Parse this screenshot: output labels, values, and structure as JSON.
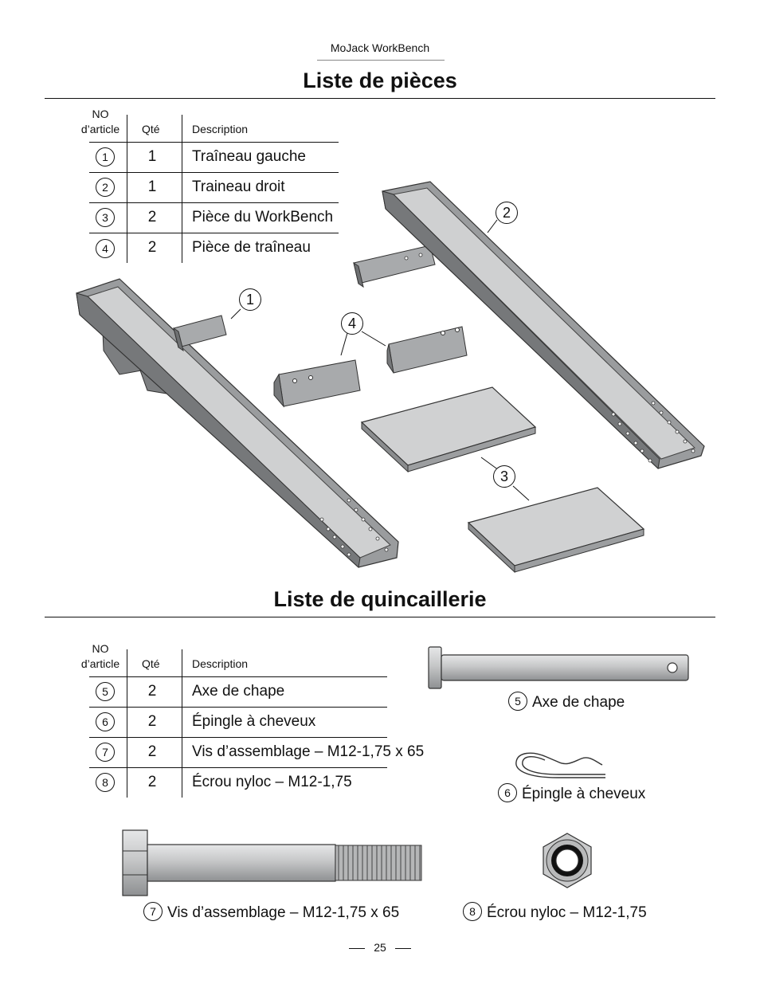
{
  "header": {
    "title": "MoJack WorkBench"
  },
  "parts": {
    "title": "Liste de pièces",
    "columns": {
      "no": "NO\nd’article",
      "qty": "Qté",
      "desc": "Description"
    },
    "rows": [
      {
        "no": "1",
        "qty": "1",
        "desc": "Traîneau gauche"
      },
      {
        "no": "2",
        "qty": "1",
        "desc": "Traineau droit"
      },
      {
        "no": "3",
        "qty": "2",
        "desc": "Pièce du WorkBench"
      },
      {
        "no": "4",
        "qty": "2",
        "desc": "Pièce de traîneau"
      }
    ],
    "callouts": [
      "1",
      "2",
      "3",
      "4"
    ]
  },
  "hardware": {
    "title": "Liste de quincaillerie",
    "columns": {
      "no": "NO\nd’article",
      "qty": "Qté",
      "desc": "Description"
    },
    "rows": [
      {
        "no": "5",
        "qty": "2",
        "desc": "Axe de chape"
      },
      {
        "no": "6",
        "qty": "2",
        "desc": "Épingle à cheveux"
      },
      {
        "no": "7",
        "qty": "2",
        "desc": "Vis d’assemblage – M12-1,75 x 65"
      },
      {
        "no": "8",
        "qty": "2",
        "desc": "Écrou nyloc  – M12-1,75"
      }
    ],
    "captions": [
      {
        "no": "5",
        "text": "Axe de chape"
      },
      {
        "no": "6",
        "text": "Épingle à cheveux"
      },
      {
        "no": "7",
        "text": "Vis d’assemblage – M12-1,75 x 65"
      },
      {
        "no": "8",
        "text": "Écrou nyloc  – M12-1,75"
      }
    ]
  },
  "footer": {
    "page_number": "25"
  },
  "colors": {
    "metal": "#a9abad",
    "metal_dark": "#6f7173",
    "metal_light": "#d3d4d5",
    "ink": "#111111"
  }
}
